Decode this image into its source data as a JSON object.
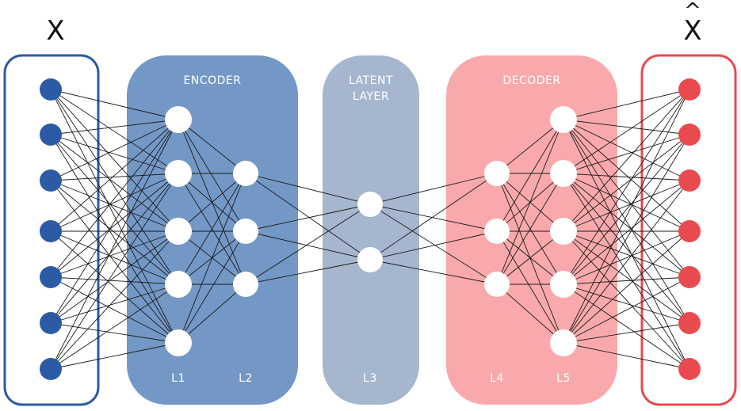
{
  "labels": {
    "input_symbol": "X",
    "output_symbol": "X",
    "output_hat": "^",
    "encoder": "ENCODER",
    "latent_line1": "LATENT",
    "latent_line2": "LAYER",
    "decoder": "DECODER",
    "l1": "L1",
    "l2": "L2",
    "l3": "L3",
    "l4": "L4",
    "l5": "L5"
  },
  "colors": {
    "input_accent": "#2d5aa4",
    "encoder_panel": "#7498c6",
    "latent_panel": "#a6b6cf",
    "decoder_panel": "#f9a9ac",
    "output_accent": "#e84a50",
    "node_light": "#ffffff",
    "edge": "#1a1a1a"
  },
  "layers": [
    {
      "id": "input",
      "nodes": 7
    },
    {
      "id": "L1",
      "nodes": 5
    },
    {
      "id": "L2",
      "nodes": 3
    },
    {
      "id": "L3",
      "nodes": 2
    },
    {
      "id": "L4",
      "nodes": 3
    },
    {
      "id": "L5",
      "nodes": 5
    },
    {
      "id": "output",
      "nodes": 7
    }
  ]
}
